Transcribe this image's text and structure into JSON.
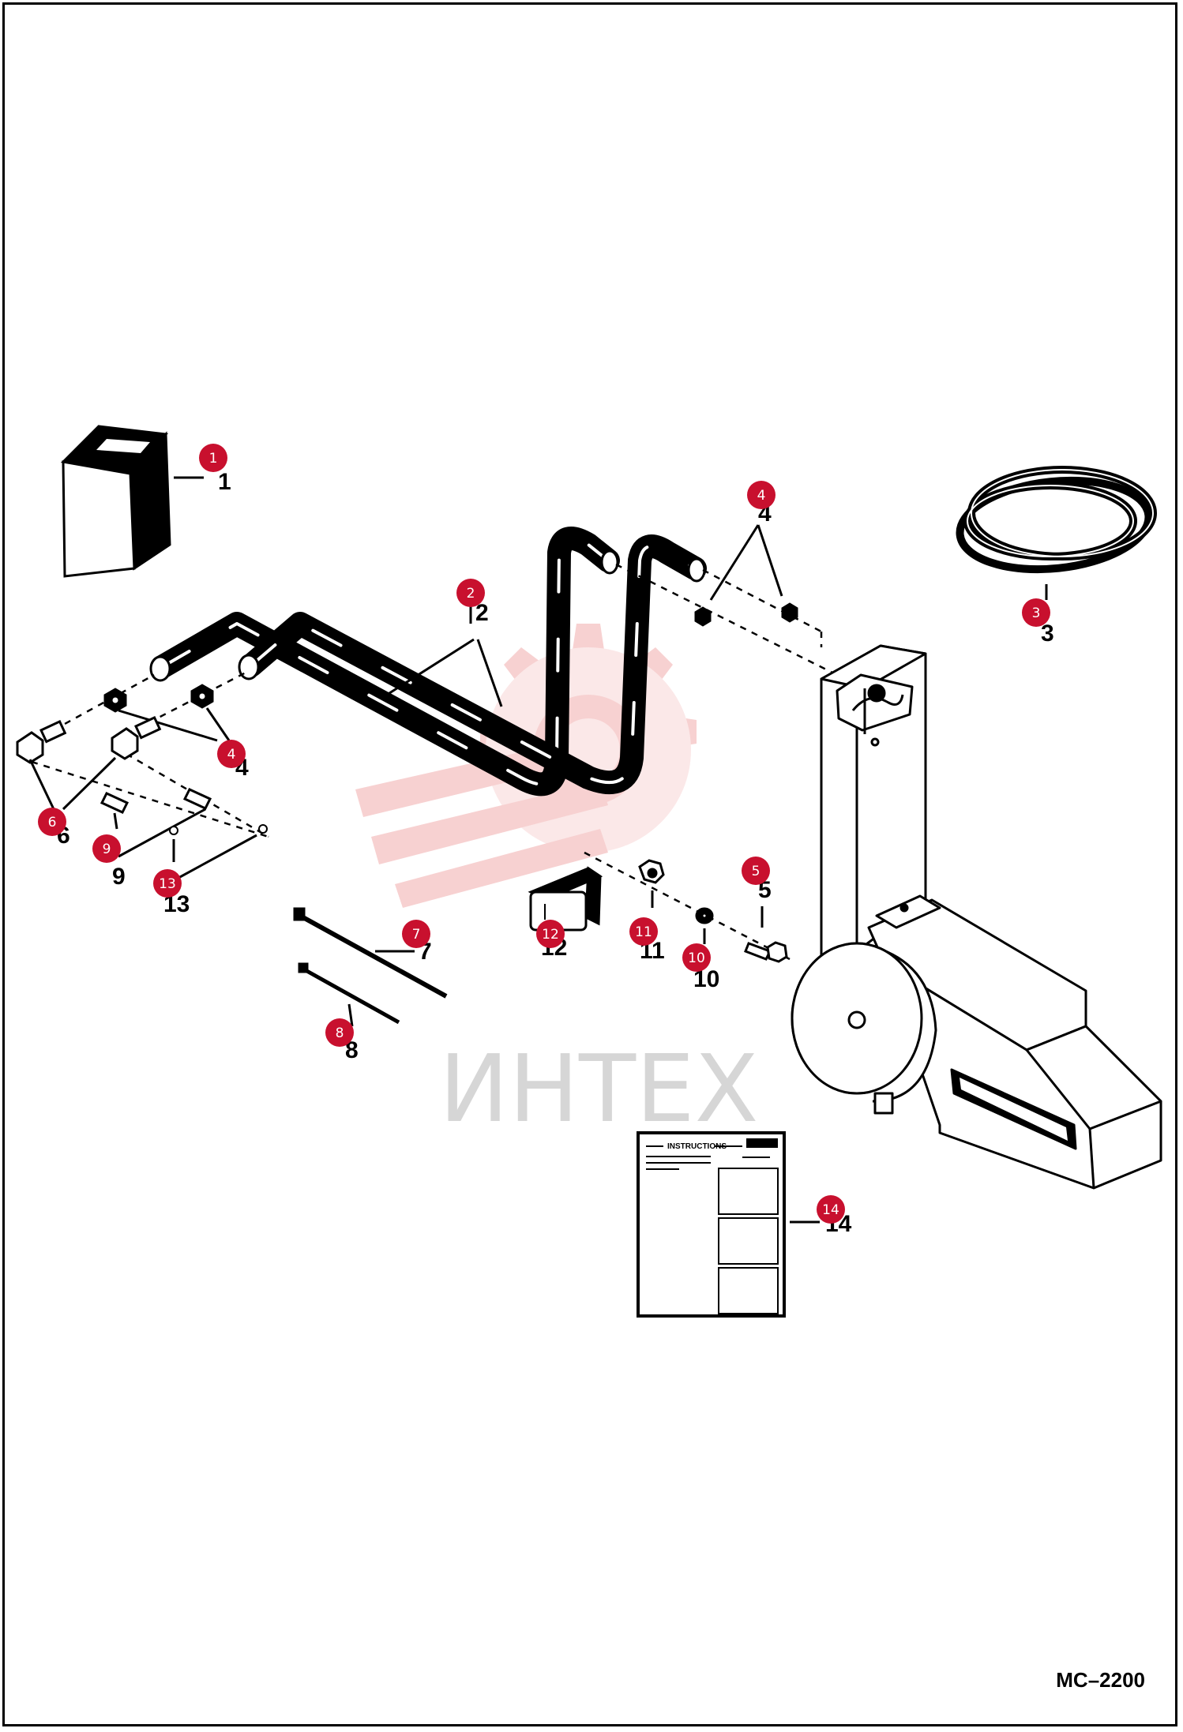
{
  "figure_code": "MC–2200",
  "watermark": {
    "text": "ИНТЕХ"
  },
  "colors": {
    "callout": "#c8102e",
    "watermark_logo": "#f6c9c9",
    "watermark_text": "#d6d6d6",
    "line": "#000000"
  },
  "instruction_sheet": {
    "heading": "INSTRUCTIONS"
  },
  "callouts": [
    {
      "id": "1",
      "label": "1",
      "printed": "1"
    },
    {
      "id": "2",
      "label": "2",
      "printed": "2"
    },
    {
      "id": "3",
      "label": "3",
      "printed": "3"
    },
    {
      "id": "4a",
      "label": "4",
      "printed": "4"
    },
    {
      "id": "4b",
      "label": "4",
      "printed": "4"
    },
    {
      "id": "5",
      "label": "5",
      "printed": "5"
    },
    {
      "id": "6",
      "label": "6",
      "printed": "6"
    },
    {
      "id": "7",
      "label": "7",
      "printed": "7"
    },
    {
      "id": "8",
      "label": "8",
      "printed": "8"
    },
    {
      "id": "9",
      "label": "9",
      "printed": "9"
    },
    {
      "id": "10",
      "label": "10",
      "printed": "10"
    },
    {
      "id": "11",
      "label": "11",
      "printed": "11"
    },
    {
      "id": "12",
      "label": "12",
      "printed": "12"
    },
    {
      "id": "13",
      "label": "13",
      "printed": "13"
    },
    {
      "id": "14",
      "label": "14",
      "printed": "14"
    }
  ]
}
